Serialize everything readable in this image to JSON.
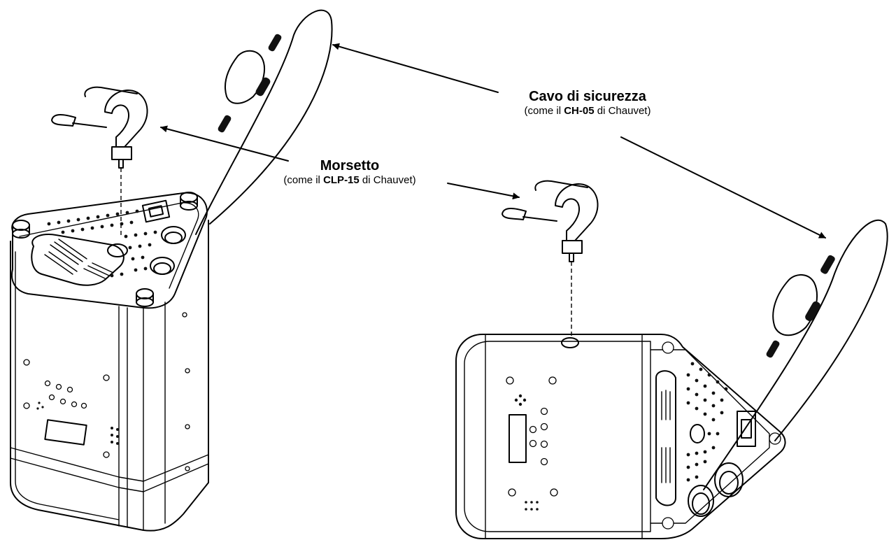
{
  "callouts": {
    "cable": {
      "title": "Cavo di sicurezza",
      "sub_prefix": "(come il ",
      "sub_bold": "CH-05",
      "sub_suffix": " di Chauvet)"
    },
    "clamp": {
      "title": "Morsetto",
      "sub_prefix": "(come il ",
      "sub_bold": "CLP-15",
      "sub_suffix": " di Chauvet)"
    }
  },
  "colors": {
    "line": "#000000",
    "background": "#ffffff"
  }
}
